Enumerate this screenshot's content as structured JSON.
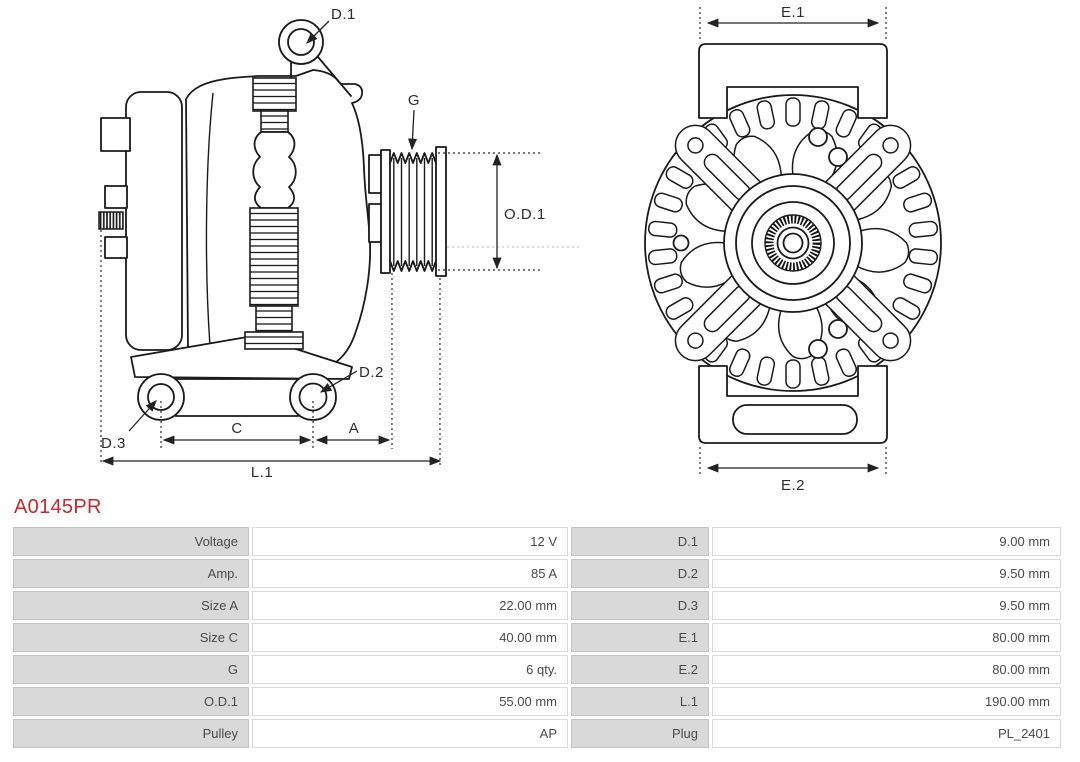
{
  "part_number": "A0145PR",
  "colors": {
    "part_number_text": "#c42a2a",
    "table_label_bg": "#d9d9d9",
    "table_text": "#4a4a4a",
    "drawing_line": "#1a1a1a"
  },
  "diagram": {
    "labels": {
      "d1": "D.1",
      "g": "G",
      "od1": "O.D.1",
      "d2": "D.2",
      "d3": "D.3",
      "c": "C",
      "a": "A",
      "l1": "L.1",
      "e1": "E.1",
      "e2": "E.2"
    }
  },
  "table": {
    "rows": [
      {
        "label1": "Voltage",
        "value1": "12 V",
        "label2": "D.1",
        "value2": "9.00 mm"
      },
      {
        "label1": "Amp.",
        "value1": "85 A",
        "label2": "D.2",
        "value2": "9.50 mm"
      },
      {
        "label1": "Size A",
        "value1": "22.00 mm",
        "label2": "D.3",
        "value2": "9.50 mm"
      },
      {
        "label1": "Size C",
        "value1": "40.00 mm",
        "label2": "E.1",
        "value2": "80.00 mm"
      },
      {
        "label1": "G",
        "value1": "6 qty.",
        "label2": "E.2",
        "value2": "80.00 mm"
      },
      {
        "label1": "O.D.1",
        "value1": "55.00 mm",
        "label2": "L.1",
        "value2": "190.00 mm"
      },
      {
        "label1": "Pulley",
        "value1": "AP",
        "label2": "Plug",
        "value2": "PL_2401"
      }
    ]
  }
}
